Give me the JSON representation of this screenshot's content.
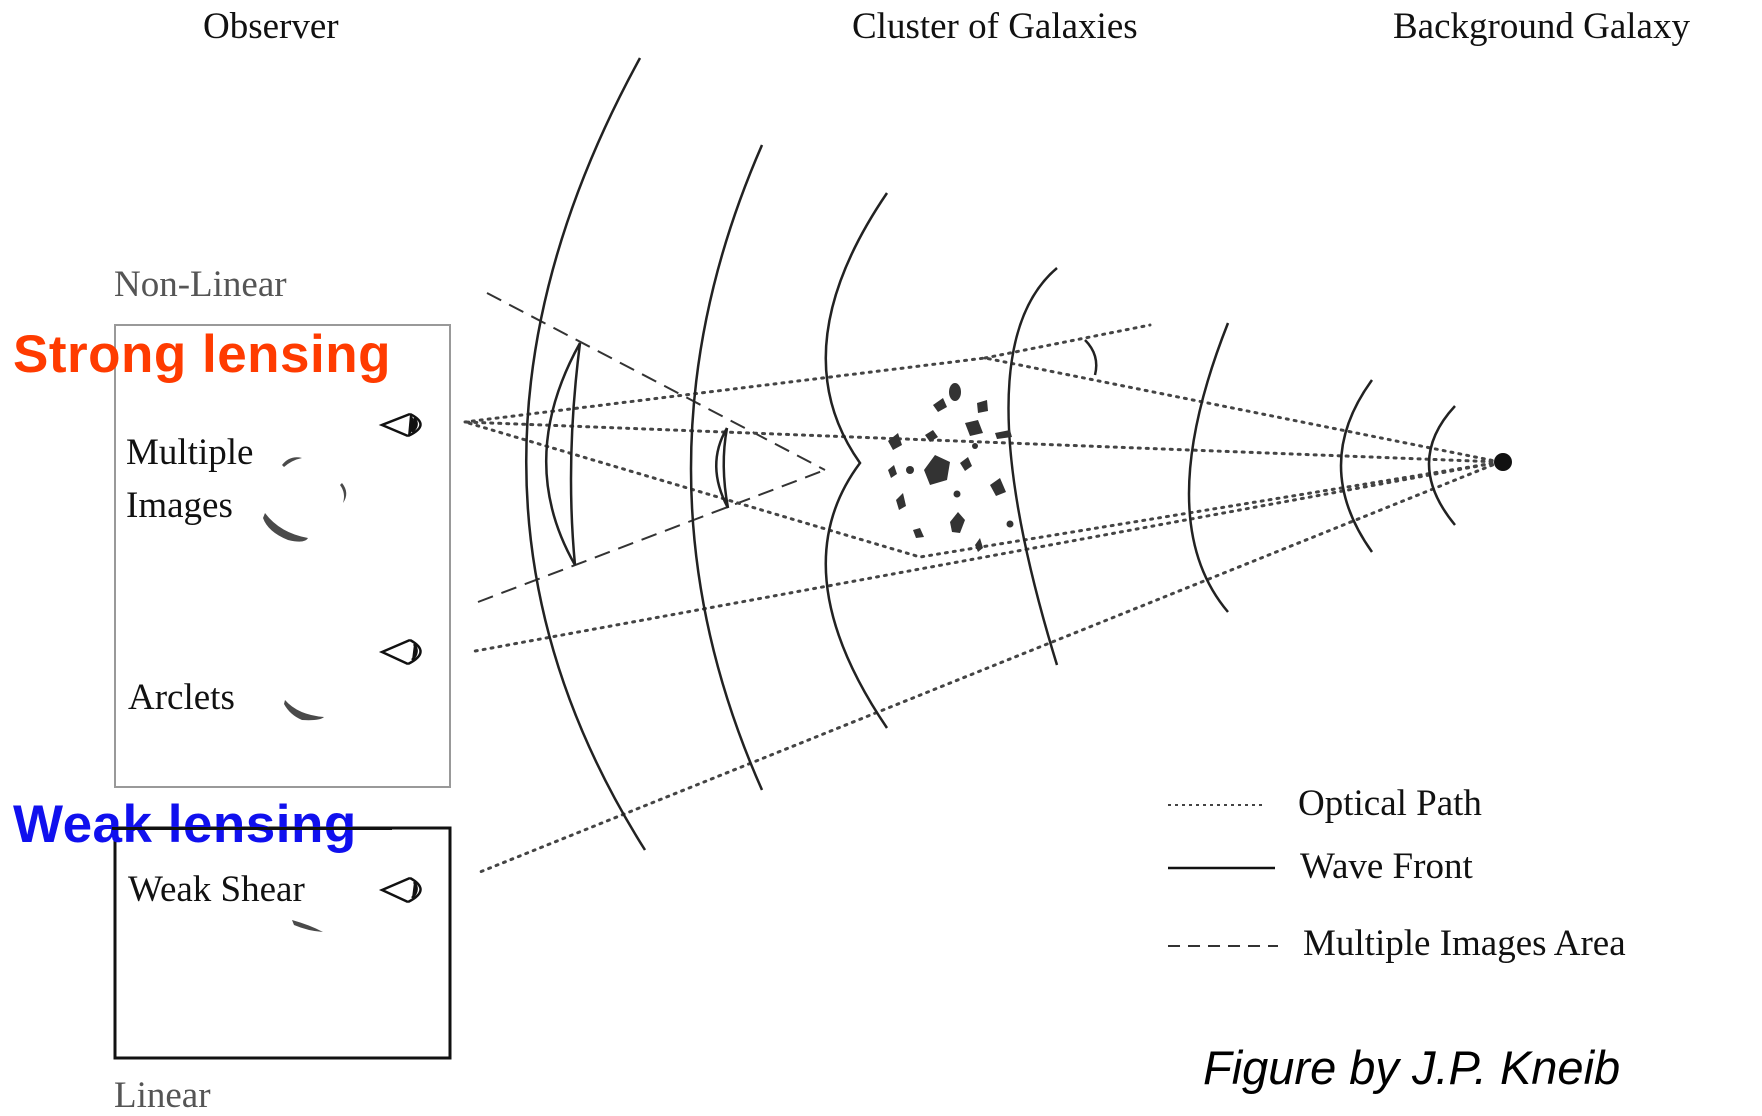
{
  "headers": {
    "observer": "Observer",
    "cluster": "Cluster of Galaxies",
    "background": "Background Galaxy"
  },
  "regimes": {
    "nonlinear": "Non-Linear",
    "linear": "Linear",
    "strong": "Strong lensing",
    "weak": "Weak lensing"
  },
  "observer_labels": {
    "multiple_images_1": "Multiple",
    "multiple_images_2": "Images",
    "arclets": "Arclets",
    "weak_shear": "Weak Shear"
  },
  "legend": {
    "optical_path": "Optical Path",
    "wave_front": "Wave Front",
    "multiple_images_area": "Multiple Images Area"
  },
  "credit": "Figure by J.P. Kneib",
  "colors": {
    "strong": "#ff3b00",
    "weak": "#1010ee",
    "ink": "#111111",
    "box_gray": "#999999"
  }
}
